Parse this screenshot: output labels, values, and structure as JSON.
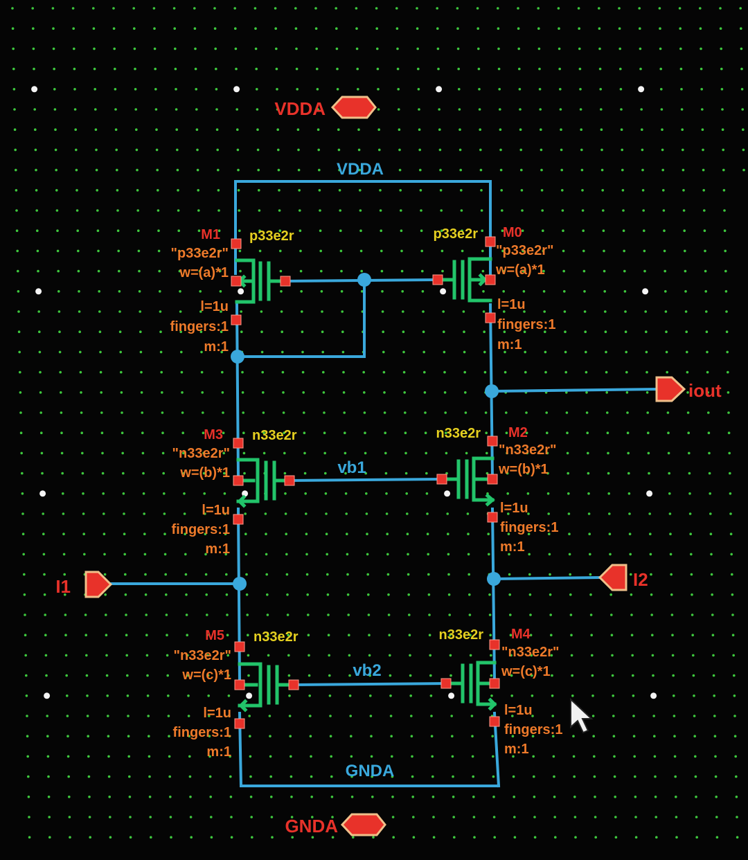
{
  "pins": {
    "vdda_pin": "VDDA",
    "gnda_pin": "GNDA",
    "iout_pin": "iout",
    "i1_pin": "I1",
    "i2_pin": "I2"
  },
  "nets": {
    "vdda": "VDDA",
    "gnda": "GNDA",
    "vb1": "vb1",
    "vb2": "vb2"
  },
  "devices": {
    "M1": {
      "name": "M1",
      "model": "p33e2r",
      "cell": "\"p33e2r\"",
      "w": "w=(a)*1",
      "l": "l=1u",
      "fingers": "fingers:1",
      "m": "m:1"
    },
    "M0": {
      "name": "M0",
      "model": "p33e2r",
      "cell": "\"p33e2r\"",
      "w": "w=(a)*1",
      "l": "l=1u",
      "fingers": "fingers:1",
      "m": "m:1"
    },
    "M3": {
      "name": "M3",
      "model": "n33e2r",
      "cell": "\"n33e2r\"",
      "w": "w=(b)*1",
      "l": "l=1u",
      "fingers": "fingers:1",
      "m": "m:1"
    },
    "M2": {
      "name": "M2",
      "model": "n33e2r",
      "cell": "\"n33e2r\"",
      "w": "w=(b)*1",
      "l": "l=1u",
      "fingers": "fingers:1",
      "m": "m:1"
    },
    "M5": {
      "name": "M5",
      "model": "n33e2r",
      "cell": "\"n33e2r\"",
      "w": "w=(c)*1",
      "l": "l=1u",
      "fingers": "fingers:1",
      "m": "m:1"
    },
    "M4": {
      "name": "M4",
      "model": "n33e2r",
      "cell": "\"n33e2r\"",
      "w": "w=(c)*1",
      "l": "l=1u",
      "fingers": "fingers:1",
      "m": "m:1"
    }
  },
  "colors": {
    "background": "#050505",
    "grid_dot": "#3ec83e",
    "wire": "#3aa8dc",
    "device": "#22c46a",
    "pin_fill": "#e8322a",
    "pin_label": "#e8322a",
    "model_label": "#e6d020",
    "param_label": "#ee7a2a",
    "terminal": "#e8322a"
  },
  "icons": {
    "pin_shape": "schematic-pin-icon",
    "cursor": "mouse-pointer-icon"
  }
}
